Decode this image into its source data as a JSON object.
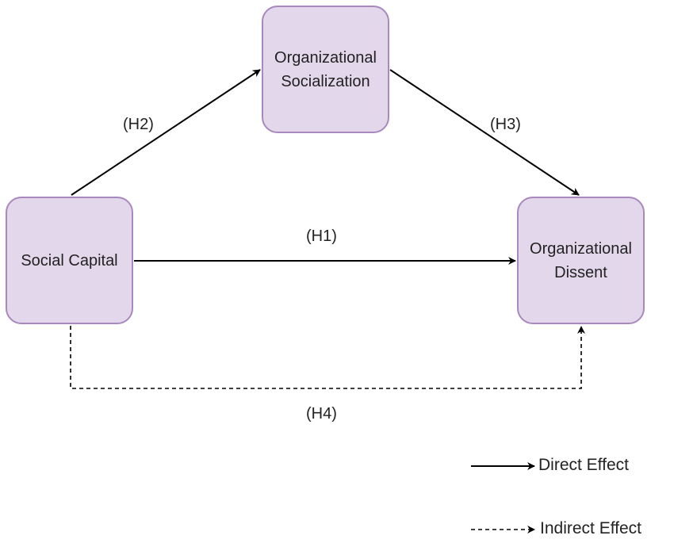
{
  "nodes": {
    "organizational_socialization": "Organizational\nSocialization",
    "social_capital": "Social Capital",
    "organizational_dissent": "Organizational\nDissent"
  },
  "edges": {
    "h1": "(H1)",
    "h2": "(H2)",
    "h3": "(H3)",
    "h4": "(H4)"
  },
  "legend": {
    "direct": "Direct Effect",
    "indirect": "Indirect Effect"
  },
  "colors": {
    "node_fill": "#e3d8eb",
    "node_border": "#a888bd",
    "line": "#000000"
  }
}
